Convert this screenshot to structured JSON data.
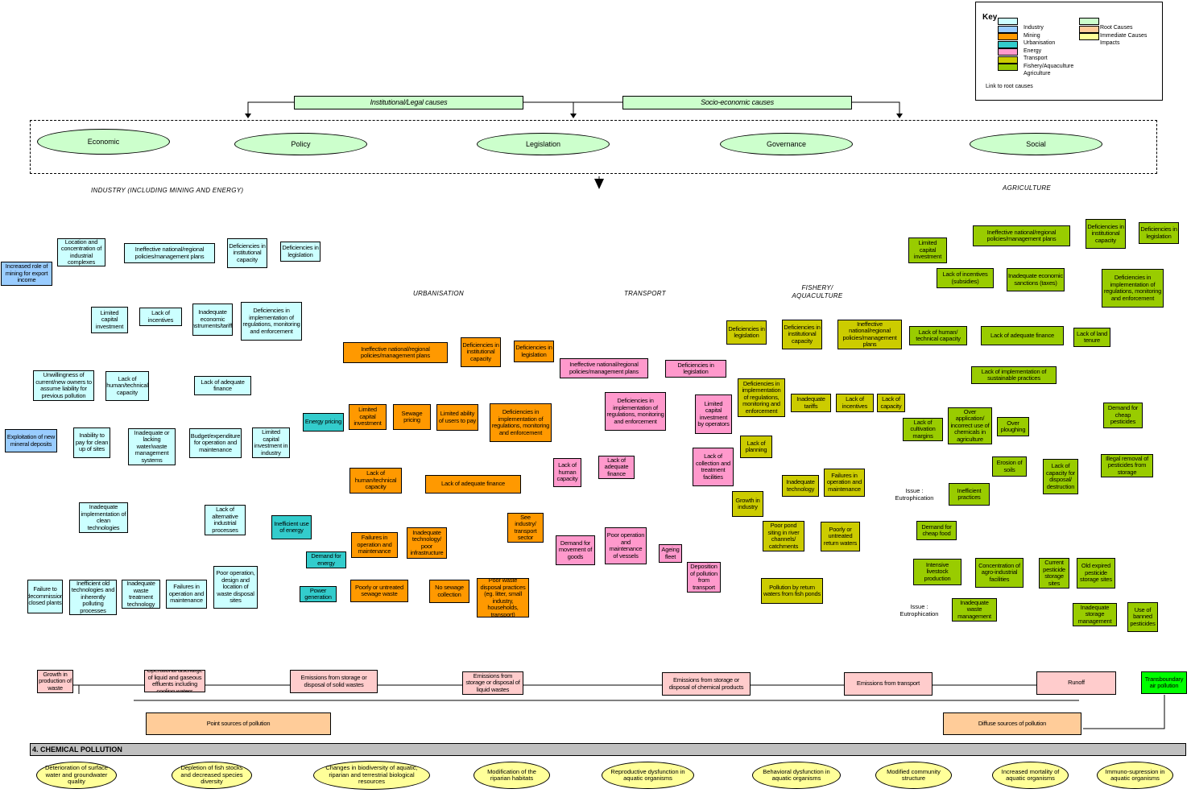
{
  "key": {
    "title": "Key",
    "sectors": [
      {
        "label": "Industry",
        "color": "#ccffff"
      },
      {
        "label": "Mining",
        "color": "#99ccff"
      },
      {
        "label": "Urbanisation",
        "color": "#ff9900"
      },
      {
        "label": "Energy",
        "color": "#33cccc"
      },
      {
        "label": "Transport",
        "color": "#ff99cc"
      },
      {
        "label": "Fishery/Aquaculture",
        "color": "#cccc00"
      },
      {
        "label": "Agriculture",
        "color": "#99cc00"
      }
    ],
    "levels": [
      {
        "label": "Root Causes",
        "color": "#ccffcc"
      },
      {
        "label": "Immediate Causes",
        "color": "#ffcc99"
      },
      {
        "label": "Impacts",
        "color": "#ffff99"
      }
    ],
    "link_label": "Link to root causes"
  },
  "root": {
    "institutional": "Institutional/Legal causes",
    "socioeconomic": "Socio-economic causes",
    "ellipses": [
      "Economic",
      "Policy",
      "Legislation",
      "Governance",
      "Social"
    ]
  },
  "sections": {
    "industry": "INDUSTRY (INCLUDING MINING AND ENERGY)",
    "agriculture": "AGRICULTURE",
    "urbanisation": "URBANISATION",
    "transport": "TRANSPORT",
    "fishery": "FISHERY/ AQUACULTURE"
  },
  "groups": {
    "industry": [
      "Location and concentration of industrial complexes",
      "Ineffective national/regional policies/management plans",
      "Deficiencies in institutional capacity",
      "Deficiencies in legislation",
      "Limited capital investment",
      "Lack of incentives",
      "Inadequate economic instruments/tariffs",
      "Deficiencies in implementation of regulations, monitoring and enforcement",
      "Unwillingness of current/new owners to assume liability for previous pollution",
      "Lack of human/technical capacity",
      "Lack of adequate finance",
      "Inability to pay for clean up of sites",
      "Inadequate or lacking water/waste management systems",
      "Budget/expenditure for operation and maintenance",
      "Limited capital investment in industry",
      "Inadequate implementation of clean technologies",
      "Lack of alternative industrial processes",
      "Failure to decommission closed plants",
      "Inefficient old technologies and inherently polluting processes",
      "Inadequate waste treatment technology",
      "Failures in operation and maintenance",
      "Poor operation, design and location of waste disposal sites"
    ],
    "mining": [
      "Increased role of mining for export income",
      "Exploitation of new mineral deposits"
    ],
    "energy": [
      "Energy pricing",
      "Inefficient use of energy",
      "Demand for energy",
      "Power generation"
    ],
    "urbanisation": [
      "Ineffective national/regional policies/management plans",
      "Deficiencies in institutional capacity",
      "Deficiencies in legislation",
      "Limited capital investment",
      "Sewage pricing",
      "Limited ability of users to pay",
      "Deficiencies in implementation of regulations, monitoring and enforcement",
      "Lack of human/technical capacity",
      "Lack of adequate finance",
      "Failures in operation and maintenance",
      "Inadequate technology/ poor infrastructure",
      "See industry/ transport sector",
      "Poorly or untreated sewage waste",
      "No sewage collection",
      "Poor waste disposal practices (eg. litter, small industry, households, transport)"
    ],
    "transport": [
      "Ineffective national/regional policies/management plans",
      "Deficiencies in legislation",
      "Deficiencies in implementation of regulations, monitoring and enforcement",
      "Limited capital investment by operators",
      "Lack of human capacity",
      "Lack of adequate finance",
      "Lack of collection and treatment facilities",
      "Demand for movement of goods",
      "Poor operation and maintenance of vessels",
      "Ageing fleet",
      "Deposition of pollution from transport"
    ],
    "fishery": [
      "Deficiencies in legislation",
      "Deficiencies in institutional capacity",
      "Ineffective national/regional policies/management plans",
      "Deficiencies in implementation of regulations, monitoring and enforcement",
      "Inadequate tariffs",
      "Lack of incentives",
      "Lack of capacity",
      "Lack of planning",
      "Growth in industry",
      "Inadequate technology",
      "Failures in operation and maintenance",
      "Poor pond siting in river channels/ catchments",
      "Poorly or untreated return waters",
      "Pollution by return waters from fish ponds"
    ],
    "agriculture": [
      "Ineffective national/regional policies/management plans",
      "Deficiencies in institutional capacity",
      "Deficiencies in legislation",
      "Limited capital investment",
      "Lack of incentives (subsidies)",
      "Inadequate economic sanctions (taxes)",
      "Deficiencies in implementation of regulations, monitoring and enforcement",
      "Lack of human/ technical capacity",
      "Lack of adequate finance",
      "Lack of land tenure",
      "Lack of implementation of sustainable practices",
      "Demand for cheap pesticides",
      "Lack of cultivation margins",
      "Over application/ incorrect use of chemicals in agriculture",
      "Over ploughing",
      "Erosion of soils",
      "Lack of capacity for disposal/ destruction",
      "Illegal removal of pesticides from storage",
      "Inefficient practices",
      "Demand for cheap food",
      "Intensive livestock production",
      "Concentration of agro-industrial facilities",
      "Current pesticide storage sites",
      "Old expired pesticide storage sites",
      "Inadequate waste management",
      "Inadequate storage management",
      "Use of banned pesticides"
    ],
    "impacts_sources": [
      "Growth in production of waste",
      "Operational discharge of liquid and gaseous effluents including cooling waters",
      "Emissions from storage or disposal of solid wastes",
      "Emissions from storage or disposal of liquid wastes",
      "Emissions from storage or disposal of chemical products",
      "Emissions from transport",
      "Runoff"
    ],
    "transboundary": [
      "Transboundary air pollution"
    ],
    "immediate": [
      "Point sources of pollution",
      "Diffuse sources of pollution"
    ]
  },
  "issues": [
    "Issue : Eutrophication",
    "Issue : Eutrophication"
  ],
  "issue_title": "4. CHEMICAL POLLUTION",
  "impacts": [
    "Deterioration of surface water and groundwater quality",
    "Depletion of fish stocks and decreased species diversity",
    "Changes in biodiversity of aquatic, riparian and terrestrial biological resources",
    "Modification of the riparian habitats",
    "Reproductive dysfunction in aquatic organisms",
    "Behavioral dysfunction in aquatic organisms",
    "Modified community structure",
    "Increased mortality of aquatic organisms",
    "Immuno-supression in aquatic organisms"
  ],
  "colors": {
    "impact_box": "#ffcccc",
    "transboundary": "#00ff00",
    "section_bar": "#c0c0c0"
  }
}
